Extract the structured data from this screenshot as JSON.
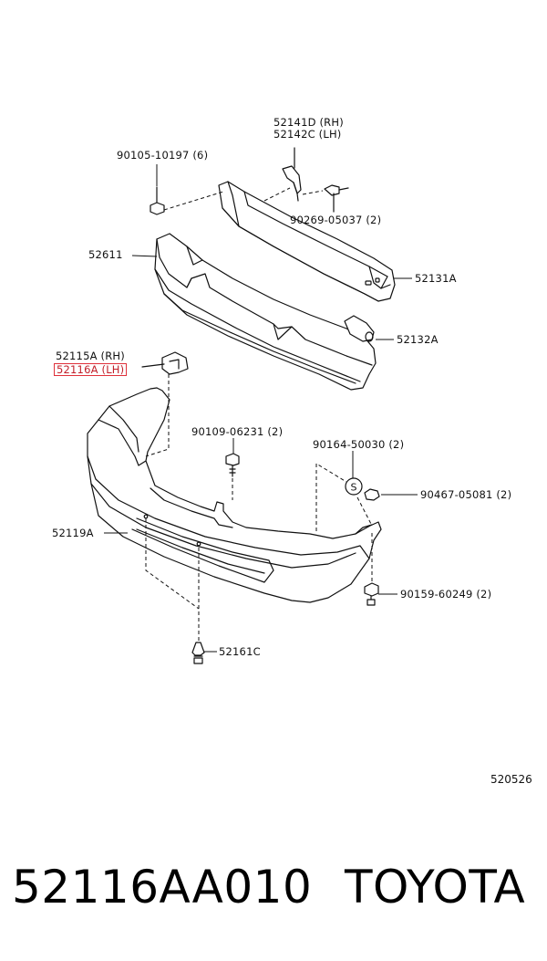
{
  "labels": {
    "p52141D": "52141D (RH)",
    "p52142C": "52142C (LH)",
    "p90105": "90105-10197 (6)",
    "p90269": "90269-05037 (2)",
    "p52611": "52611",
    "p52131A": "52131A",
    "p52132A": "52132A",
    "p52115A": "52115A (RH)",
    "p52116A": "52116A (LH)",
    "p90109": "90109-06231 (2)",
    "p90164": "90164-50030 (2)",
    "p90467": "90467-05081 (2)",
    "p52119A": "52119A",
    "p90159": "90159-60249 (2)",
    "p52161C": "52161C"
  },
  "callout_s": "S",
  "diagram_ref": "520526",
  "footer": {
    "part_number": "52116AA010",
    "brand": "TOYOTA"
  },
  "highlight_color": "#e0303a"
}
